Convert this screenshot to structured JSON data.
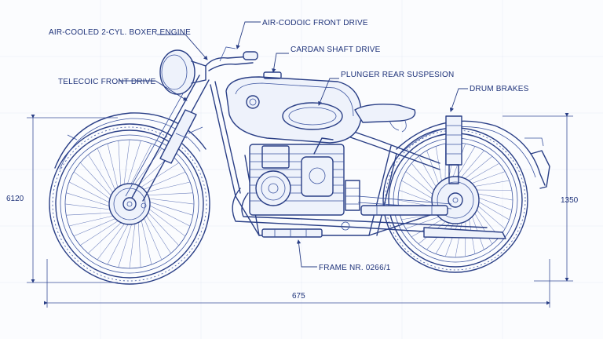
{
  "labels": {
    "engine": "AIR-COOLED 2-CYL. BOXER ENGINE",
    "front_drive": "AIR-CODOIC FRONT DRIVE",
    "cardan": "CARDAN SHAFT DRIVE",
    "telescopic": "TELECOIC FRONT DRIVE",
    "plunger": "PLUNGER REAR SUSPESION",
    "brakes": "DRUM BRAKES",
    "frame": "FRAME NR. 0266/1"
  },
  "dimensions": {
    "height_left": "6120",
    "height_right": "1350",
    "length_bottom": "675"
  },
  "colors": {
    "ink": "#2a3f86",
    "paper": "#fbfcfe"
  }
}
